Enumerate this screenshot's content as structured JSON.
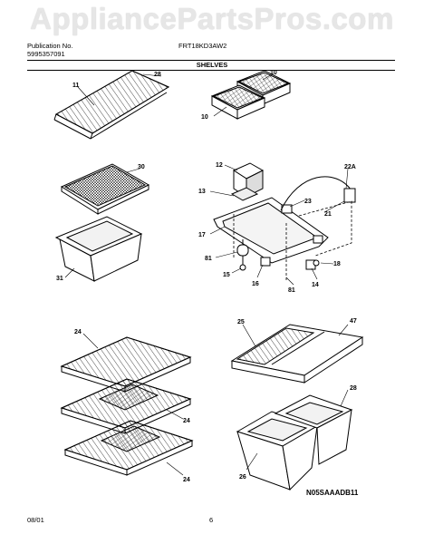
{
  "watermark": "AppliancePartsPros.com",
  "header": {
    "publication_label": "Publication No.",
    "publication_number": "5995357091",
    "model": "FRT18KD3AW2",
    "section_title": "SHELVES"
  },
  "callouts": {
    "c11": "11",
    "c28a": "28",
    "c10a": "10",
    "c10b": "10",
    "c30": "30",
    "c31": "31",
    "c12": "12",
    "c13": "13",
    "c22a": "22A",
    "c23": "23",
    "c21": "21",
    "c17": "17",
    "c81a": "81",
    "c15": "15",
    "c16": "16",
    "c81b": "81",
    "c14": "14",
    "c18": "18",
    "c24a": "24",
    "c24b": "24",
    "c24c": "24",
    "c25": "25",
    "c47": "47",
    "c28b": "28",
    "c26": "26"
  },
  "footer": {
    "date": "08/01",
    "page": "6",
    "diagram_code": "N05SAAADB11"
  }
}
